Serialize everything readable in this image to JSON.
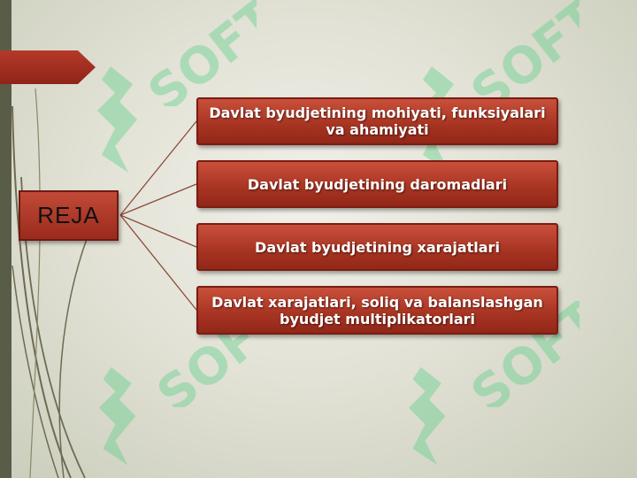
{
  "slide": {
    "title": "REJA",
    "items": [
      "Davlat byudjetining mohiyati, funksiyalari va ahamiyati",
      "Davlat byudjetining daromadlari",
      "Davlat byudjetining xarajatlari",
      "Davlat xarajatlari, soliq va balanslashgan byudjet multiplikatorlari"
    ]
  },
  "watermark": {
    "text": "SOFT",
    "icon": "soft-logo-icon",
    "color": "#5fd08a"
  },
  "colors": {
    "accent": "#a93523",
    "accent_dark": "#7a1d12",
    "sidebar": "#595d47",
    "connector": "#8c4a3a",
    "background": "#e6e6dc"
  }
}
